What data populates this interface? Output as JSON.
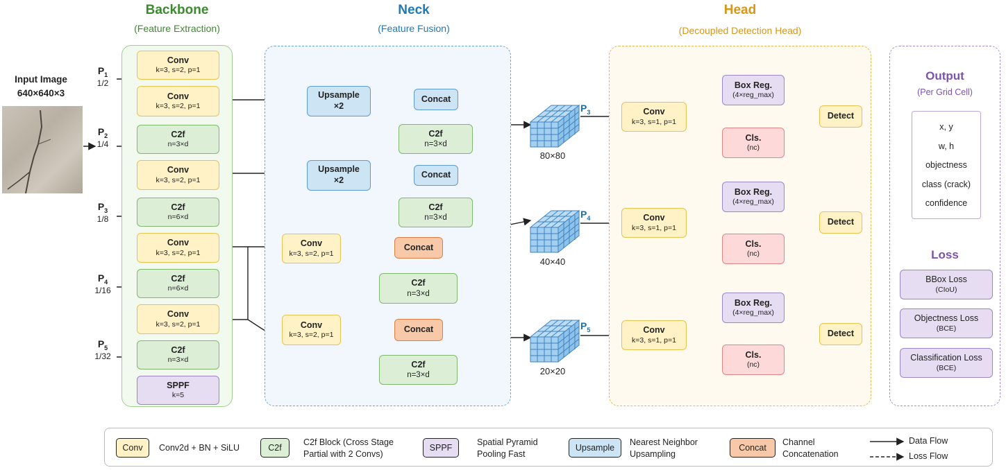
{
  "sections": {
    "backbone": {
      "title": "Backbone",
      "subtitle": "(Feature Extraction)",
      "color": "#3c8a2e"
    },
    "neck": {
      "title": "Neck",
      "subtitle": "(Feature Fusion)",
      "color": "#2079b5"
    },
    "head": {
      "title": "Head",
      "subtitle": "(Decoupled Detection Head)",
      "color": "#d8961a"
    },
    "output": {
      "title": "Output",
      "subtitle": "(Per Grid Cell)",
      "color": "#7b52ad"
    }
  },
  "input": {
    "title": "Input Image",
    "size": "640×640×3"
  },
  "pyramid": [
    {
      "label": "P",
      "sub": "1",
      "frac": "1/2"
    },
    {
      "label": "P",
      "sub": "2",
      "frac": "1/4"
    },
    {
      "label": "P",
      "sub": "3",
      "frac": "1/8"
    },
    {
      "label": "P",
      "sub": "4",
      "frac": "1/16"
    },
    {
      "label": "P",
      "sub": "5",
      "frac": "1/32"
    }
  ],
  "backbone_blocks": [
    {
      "title": "Conv",
      "params": "k=3, s=2, p=1"
    },
    {
      "title": "Conv",
      "params": "k=3, s=2, p=1"
    },
    {
      "title": "C2f",
      "params": "n=3×d"
    },
    {
      "title": "Conv",
      "params": "k=3, s=2, p=1"
    },
    {
      "title": "C2f",
      "params": "n=6×d"
    },
    {
      "title": "Conv",
      "params": "k=3, s=2, p=1"
    },
    {
      "title": "C2f",
      "params": "n=6×d"
    },
    {
      "title": "Conv",
      "params": "k=3, s=2, p=1"
    },
    {
      "title": "C2f",
      "params": "n=3×d"
    },
    {
      "title": "SPPF",
      "params": "k=5"
    }
  ],
  "neck_blocks": {
    "upsample1": {
      "title": "Upsample",
      "params": "×2"
    },
    "upsample2": {
      "title": "Upsample",
      "params": "×2"
    },
    "concat1": {
      "title": "Concat"
    },
    "concat2": {
      "title": "Concat"
    },
    "concat3": {
      "title": "Concat"
    },
    "concat4": {
      "title": "Concat"
    },
    "c2f1": {
      "title": "C2f",
      "params": "n=3×d"
    },
    "c2f2": {
      "title": "C2f",
      "params": "n=3×d"
    },
    "c2f3": {
      "title": "C2f",
      "params": "n=3×d"
    },
    "c2f4": {
      "title": "C2f",
      "params": "n=3×d"
    },
    "conv1": {
      "title": "Conv",
      "params": "k=3, s=2, p=1"
    },
    "conv2": {
      "title": "Conv",
      "params": "k=3, s=2, p=1"
    }
  },
  "feature_maps": [
    {
      "size": "80×80",
      "label": "P",
      "sub": "3"
    },
    {
      "size": "40×40",
      "label": "P",
      "sub": "4"
    },
    {
      "size": "20×20",
      "label": "P",
      "sub": "5"
    }
  ],
  "head_rows": [
    {
      "conv": "Conv",
      "conv_params": "k=3, s=1, p=1",
      "box": "Box Reg.",
      "box_params": "(4×reg_max)",
      "cls": "Cls.",
      "cls_params": "(nc)",
      "detect": "Detect"
    },
    {
      "conv": "Conv",
      "conv_params": "k=3, s=1, p=1",
      "box": "Box Reg.",
      "box_params": "(4×reg_max)",
      "cls": "Cls.",
      "cls_params": "(nc)",
      "detect": "Detect"
    },
    {
      "conv": "Conv",
      "conv_params": "k=3, s=1, p=1",
      "box": "Box Reg.",
      "box_params": "(4×reg_max)",
      "cls": "Cls.",
      "cls_params": "(nc)",
      "detect": "Detect"
    }
  ],
  "output": {
    "items": [
      "x, y",
      "w, h",
      "objectness",
      "class (crack)",
      "confidence"
    ],
    "loss_title": "Loss",
    "losses": [
      {
        "name": "BBox Loss",
        "kind": "(CIoU)"
      },
      {
        "name": "Objectness Loss",
        "kind": "(BCE)"
      },
      {
        "name": "Classification Loss",
        "kind": "(BCE)"
      }
    ]
  },
  "legend": [
    {
      "chip": "Conv",
      "text1": "Conv2d + BN + SiLU",
      "text2": ""
    },
    {
      "chip": "C2f",
      "text1": "C2f Block (Cross Stage",
      "text2": "Partial with 2 Convs)"
    },
    {
      "chip": "SPPF",
      "text1": "Spatial Pyramid",
      "text2": "Pooling Fast"
    },
    {
      "chip": "Upsample",
      "text1": "Nearest Neighbor",
      "text2": "Upsampling"
    },
    {
      "chip": "Concat",
      "text1": "Channel",
      "text2": "Concatenation"
    }
  ],
  "legend_lines": {
    "data": "Data Flow",
    "loss": "Loss Flow"
  }
}
